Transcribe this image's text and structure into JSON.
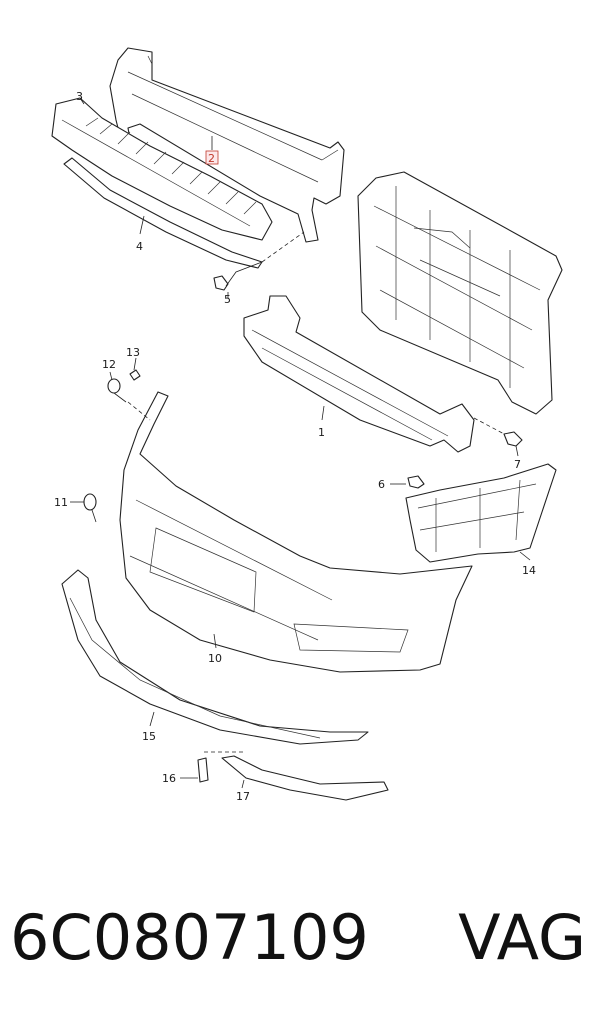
{
  "diagram": {
    "callouts": {
      "c1": "1",
      "c2": "2",
      "c3": "3",
      "c4": "4",
      "c5": "5",
      "c6": "6",
      "c7": "7",
      "c10": "10",
      "c11": "11",
      "c12": "12",
      "c13": "13",
      "c14": "14",
      "c15": "15",
      "c16": "16",
      "c17": "17"
    },
    "highlighted_callout": "2",
    "highlight_color": "#c0392b"
  },
  "caption": {
    "part_number": "6C0807109",
    "brand": "VAG"
  }
}
